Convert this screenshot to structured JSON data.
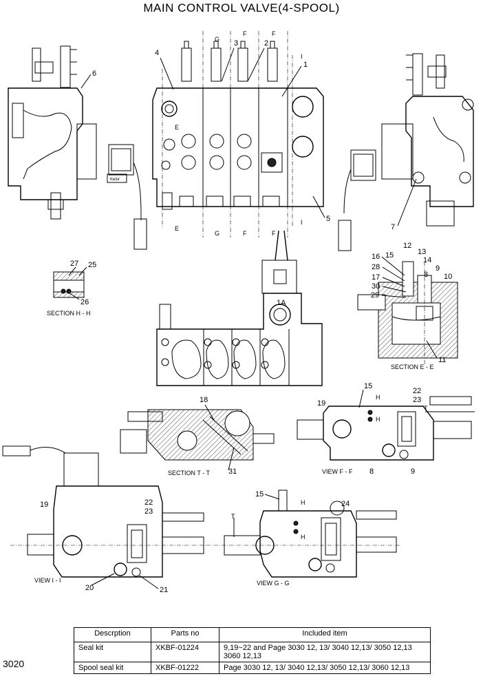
{
  "title": "MAIN CONTROL VALVE(4-SPOOL)",
  "page_code": "3020",
  "callouts": {
    "c1": "1",
    "c2": "2",
    "c3": "3",
    "c4": "4",
    "c5": "5",
    "c6": "6",
    "c7": "7",
    "c8": "8",
    "c9": "9",
    "c10": "10",
    "c11": "11",
    "c12": "12",
    "c13": "13",
    "c14": "14",
    "c15": "15",
    "c16": "16",
    "c17": "17",
    "c18": "18",
    "c19": "19",
    "c20": "20",
    "c21": "21",
    "c22": "22",
    "c23": "23",
    "c24": "24",
    "c25": "25",
    "c26": "26",
    "c27": "27",
    "c28": "28",
    "c29": "29",
    "c30": "30",
    "c31": "31",
    "c1A": "1A"
  },
  "section_marks": {
    "E": "E",
    "F": "F",
    "G": "G",
    "I": "I",
    "H": "H",
    "T": "T"
  },
  "brand_plate": "Kelor",
  "section_titles": {
    "hh": "SECTION H - H",
    "ee": "SECTION E - E",
    "tt": "SECTION T - T",
    "ff": "VIEW F - F",
    "ii": "VIEW I - I",
    "gg": "VIEW G - G"
  },
  "parts_table": {
    "headers": [
      "Descrption",
      "Parts no",
      "Included item"
    ],
    "rows": [
      {
        "desc": "Seal kit",
        "part": "XKBF-01224",
        "items": "9,19~22 and Page 3030 12, 13/ 3040 12,13/ 3050 12,13\n3060 12,13"
      },
      {
        "desc": "Spool seal kit",
        "part": "XKBF-01222",
        "items": "Page 3030 12, 13/ 3040 12,13/ 3050 12,13/ 3060 12,13"
      }
    ]
  }
}
